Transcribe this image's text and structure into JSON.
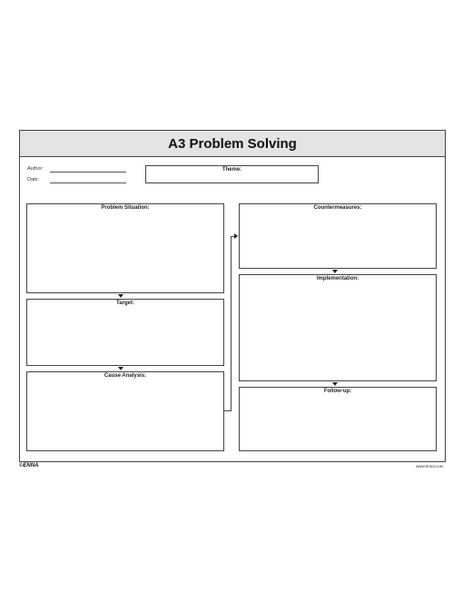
{
  "header": {
    "title": "A3 Problem Solving"
  },
  "meta": {
    "author_label": "Author:",
    "date_label": "Date:",
    "theme_label": "Theme:"
  },
  "sections": {
    "problem_situation": "Problem Situation:",
    "target": "Target:",
    "cause_analysis": "Cause Analysis:",
    "countermeasures": "Countermeasures:",
    "implementation": "Implementation:",
    "follow_up": "Follow-up:"
  },
  "footer": {
    "logo": "©ENNA",
    "website": "www.enna.com"
  }
}
